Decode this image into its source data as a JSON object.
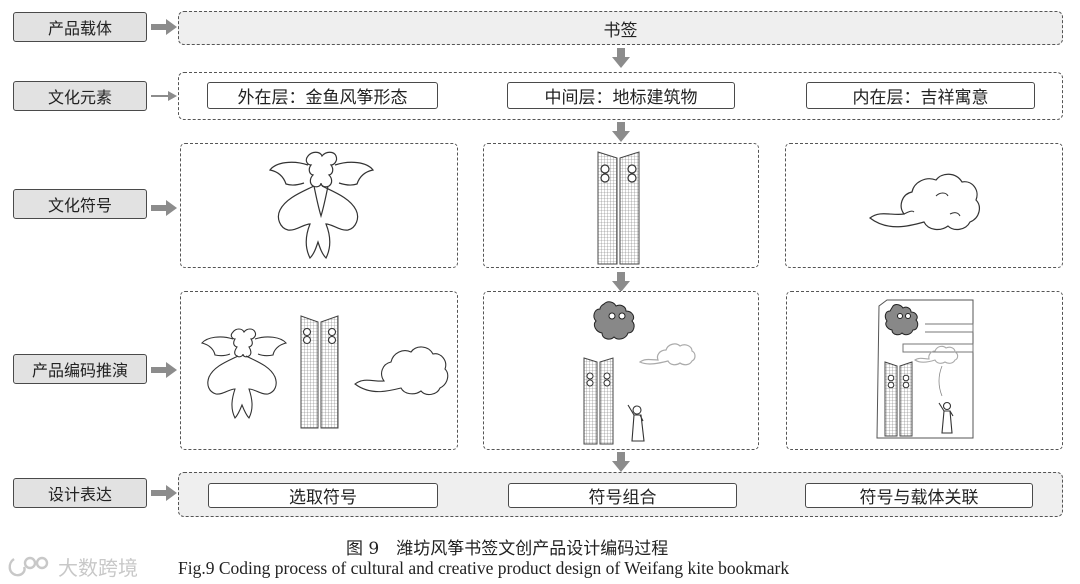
{
  "rows": {
    "carrier": {
      "label": "产品载体",
      "value": "书签"
    },
    "elements": {
      "label": "文化元素",
      "items": [
        "外在层：金鱼风筝形态",
        "中间层：地标建筑物",
        "内在层：吉祥寓意"
      ]
    },
    "symbols": {
      "label": "文化符号"
    },
    "deduction": {
      "label": "产品编码推演"
    },
    "expression": {
      "label": "设计表达",
      "items": [
        "选取符号",
        "符号组合",
        "符号与载体关联"
      ]
    }
  },
  "caption": {
    "cn": "图 9　潍坊风筝书签文创产品设计编码过程",
    "en": "Fig.9 Coding process of cultural and creative product design of Weifang kite bookmark"
  },
  "watermark": "大数跨境",
  "colors": {
    "arrow": "#8c8c8c",
    "label_bg": "#e2e2e2",
    "border": "#4a4a4a"
  }
}
